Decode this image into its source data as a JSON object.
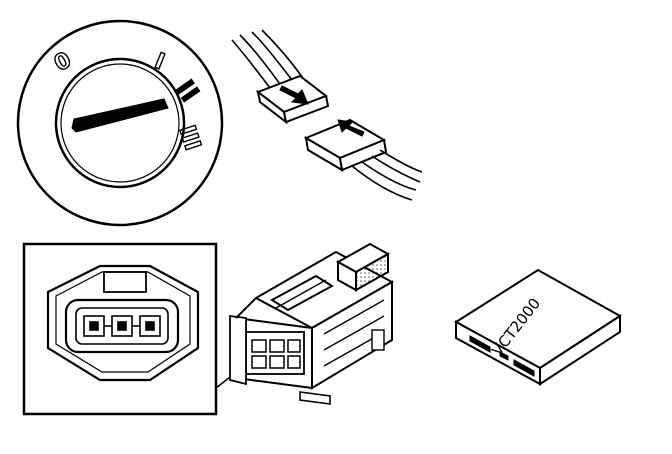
{
  "ignition_switch": {
    "positions": [
      "0",
      "I",
      "II",
      "III"
    ]
  },
  "control_module": {
    "label": "VCT2000"
  },
  "colors": {
    "ink": "#000000",
    "paper": "#ffffff",
    "gray": "#d9d9d9"
  }
}
